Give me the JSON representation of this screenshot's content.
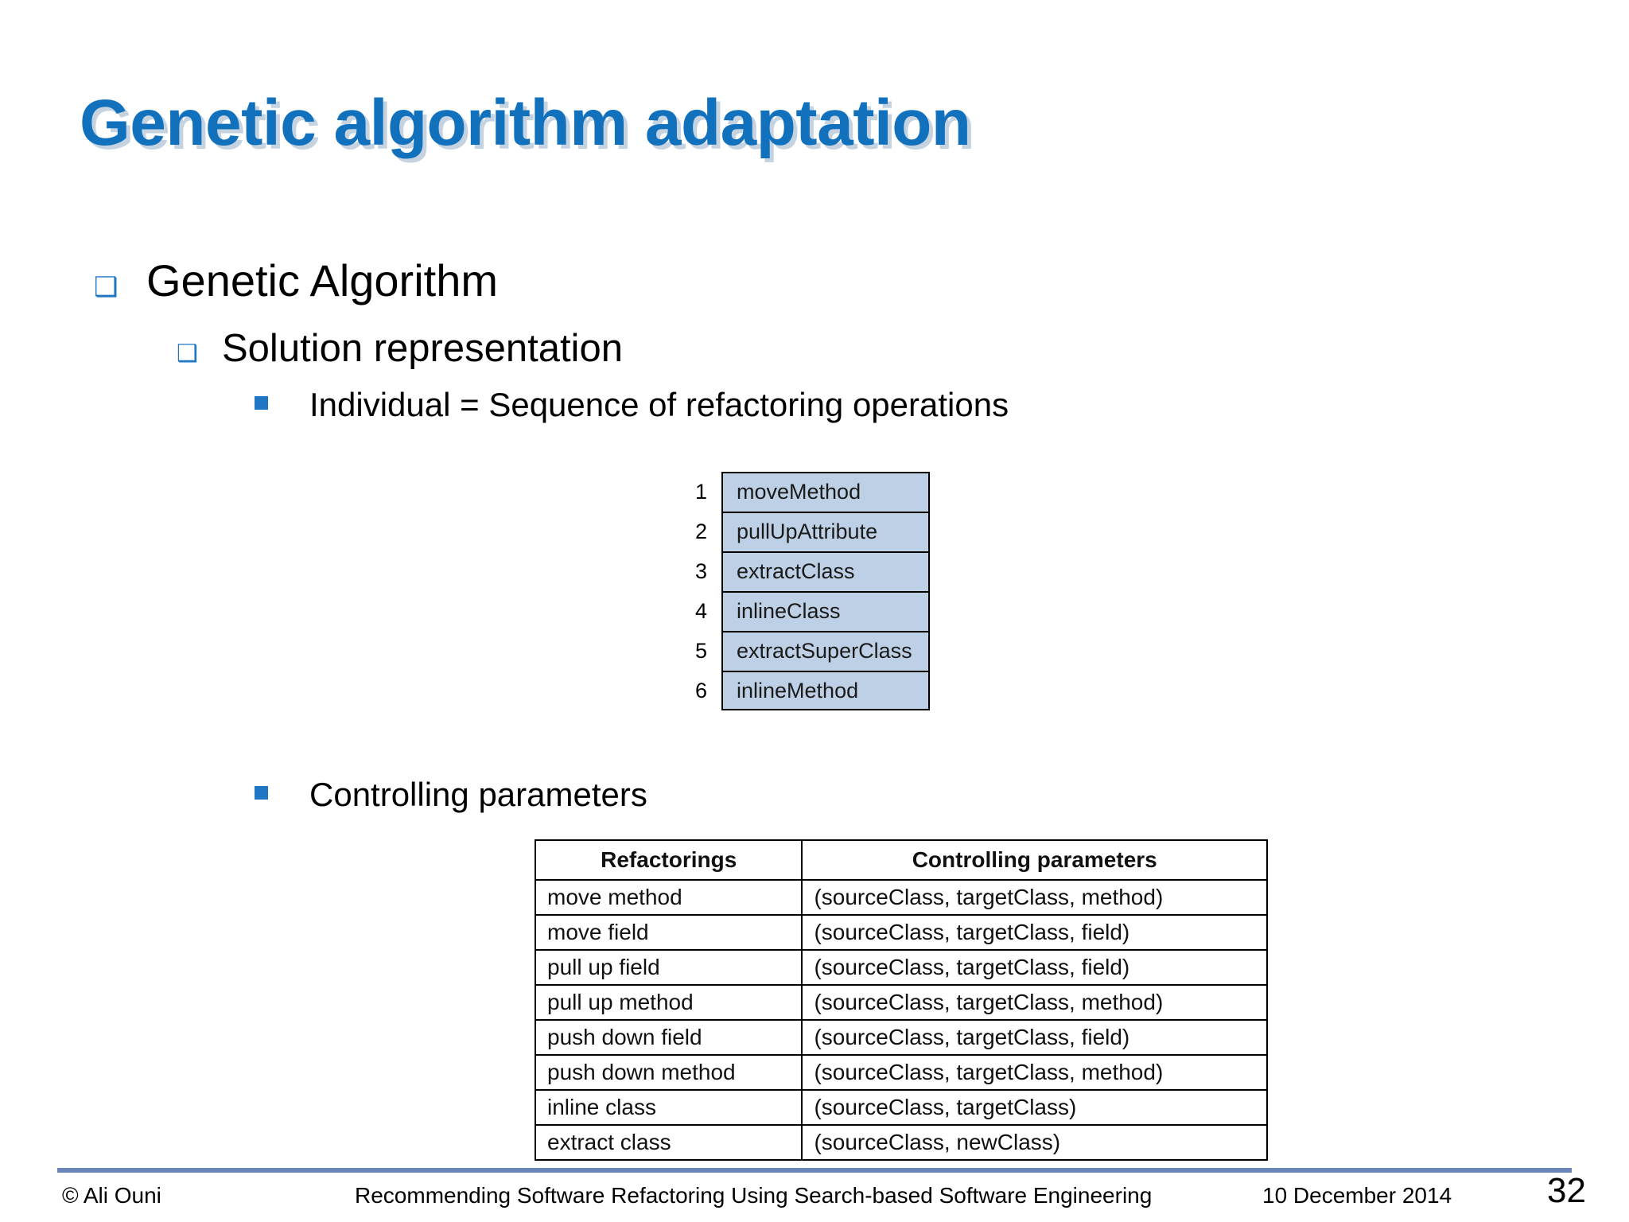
{
  "slide": {
    "title": "Genetic algorithm adaptation",
    "title_color": "#1271bd",
    "background": "#ffffff"
  },
  "outline": {
    "level1": {
      "marker": "hollow-square-bullet",
      "marker_glyph": "❑",
      "label": "Genetic Algorithm"
    },
    "level2": {
      "marker": "hollow-square-bullet",
      "marker_glyph": "❑",
      "label": "Solution representation"
    },
    "level3_operations": {
      "marker": "filled-square-bullet",
      "label": "Individual = Sequence of  refactoring operations"
    },
    "level3_parameters": {
      "marker": "filled-square-bullet",
      "label": "Controlling parameters"
    }
  },
  "sequence": {
    "fill_color": "#bdd0e5",
    "border_color": "#000000",
    "rows": [
      {
        "index": "1",
        "operation": "moveMethod"
      },
      {
        "index": "2",
        "operation": "pullUpAttribute"
      },
      {
        "index": "3",
        "operation": "extractClass"
      },
      {
        "index": "4",
        "operation": "inlineClass"
      },
      {
        "index": "5",
        "operation": "extractSuperClass"
      },
      {
        "index": "6",
        "operation": "inlineMethod"
      }
    ]
  },
  "parameters_table": {
    "headers": [
      "Refactorings",
      "Controlling parameters"
    ],
    "rows": [
      {
        "refactoring": "move method",
        "parameters": "(sourceClass, targetClass, method)"
      },
      {
        "refactoring": "move field",
        "parameters": "(sourceClass, targetClass, field)"
      },
      {
        "refactoring": "pull up field",
        "parameters": "(sourceClass, targetClass, field)"
      },
      {
        "refactoring": "pull up method",
        "parameters": "(sourceClass, targetClass, method)"
      },
      {
        "refactoring": "push down field",
        "parameters": "(sourceClass, targetClass, field)"
      },
      {
        "refactoring": "push down method",
        "parameters": "(sourceClass, targetClass, method)"
      },
      {
        "refactoring": "inline class",
        "parameters": "(sourceClass, targetClass)"
      },
      {
        "refactoring": "extract class",
        "parameters": "(sourceClass, newClass)"
      }
    ]
  },
  "footer": {
    "author": "© Ali Ouni",
    "presentation_title": "Recommending Software Refactoring Using Search-based Software Engineering",
    "date": "10 December 2014",
    "page_number": "32",
    "rule_color": "#6a86b8"
  }
}
